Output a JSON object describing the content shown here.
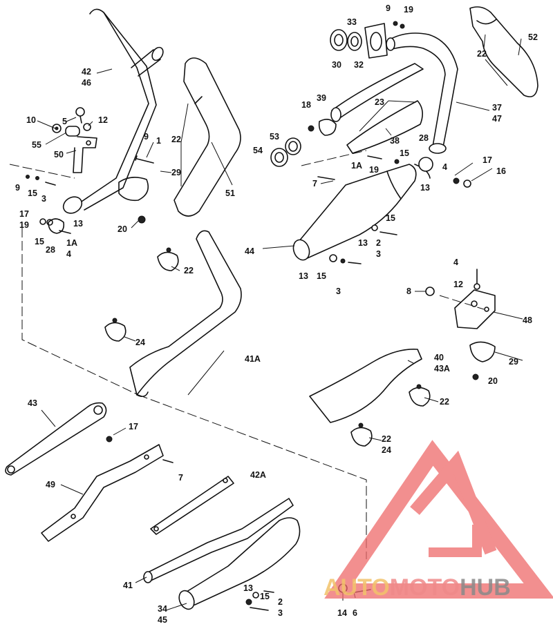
{
  "callouts": [
    {
      "id": "c42-1",
      "text": "42"
    },
    {
      "id": "c42-2",
      "text": "46"
    },
    {
      "id": "c10",
      "text": "10"
    },
    {
      "id": "c5",
      "text": "5"
    },
    {
      "id": "c12a",
      "text": "12"
    },
    {
      "id": "c55",
      "text": "55"
    },
    {
      "id": "c50",
      "text": "50"
    },
    {
      "id": "c9a",
      "text": "9"
    },
    {
      "id": "c1",
      "text": "1"
    },
    {
      "id": "c29a",
      "text": "29"
    },
    {
      "id": "c9b",
      "text": "9"
    },
    {
      "id": "c15a",
      "text": "15"
    },
    {
      "id": "c3a",
      "text": "3"
    },
    {
      "id": "c17a",
      "text": "17"
    },
    {
      "id": "c19a",
      "text": "19"
    },
    {
      "id": "c13a",
      "text": "13"
    },
    {
      "id": "c15b",
      "text": "15"
    },
    {
      "id": "c28a",
      "text": "28"
    },
    {
      "id": "c1Aa",
      "text": "1A"
    },
    {
      "id": "c4a",
      "text": "4"
    },
    {
      "id": "c20a",
      "text": "20"
    },
    {
      "id": "c22a",
      "text": "22"
    },
    {
      "id": "c51",
      "text": "51"
    },
    {
      "id": "c9c",
      "text": "9"
    },
    {
      "id": "c19b",
      "text": "19"
    },
    {
      "id": "c33",
      "text": "33"
    },
    {
      "id": "c30",
      "text": "30"
    },
    {
      "id": "c32",
      "text": "32"
    },
    {
      "id": "c52",
      "text": "52"
    },
    {
      "id": "c22b",
      "text": "22"
    },
    {
      "id": "c18",
      "text": "18"
    },
    {
      "id": "c39",
      "text": "39"
    },
    {
      "id": "c23",
      "text": "23"
    },
    {
      "id": "c37-1",
      "text": "37"
    },
    {
      "id": "c37-2",
      "text": "47"
    },
    {
      "id": "c53",
      "text": "53"
    },
    {
      "id": "c54",
      "text": "54"
    },
    {
      "id": "c38",
      "text": "38"
    },
    {
      "id": "c28b",
      "text": "28"
    },
    {
      "id": "c15c",
      "text": "15"
    },
    {
      "id": "c1Ab",
      "text": "1A"
    },
    {
      "id": "c19c",
      "text": "19"
    },
    {
      "id": "c4b",
      "text": "4"
    },
    {
      "id": "c17b",
      "text": "17"
    },
    {
      "id": "c16",
      "text": "16"
    },
    {
      "id": "c7a",
      "text": "7"
    },
    {
      "id": "c13b",
      "text": "13"
    },
    {
      "id": "c15d",
      "text": "15"
    },
    {
      "id": "c13c",
      "text": "13"
    },
    {
      "id": "c2a",
      "text": "2"
    },
    {
      "id": "c3b",
      "text": "3"
    },
    {
      "id": "c44",
      "text": "44"
    },
    {
      "id": "c13d",
      "text": "13"
    },
    {
      "id": "c15e",
      "text": "15"
    },
    {
      "id": "c3c",
      "text": "3"
    },
    {
      "id": "c22c",
      "text": "22"
    },
    {
      "id": "c24a",
      "text": "24"
    },
    {
      "id": "c4c",
      "text": "4"
    },
    {
      "id": "c12b",
      "text": "12"
    },
    {
      "id": "c8",
      "text": "8"
    },
    {
      "id": "c48",
      "text": "48"
    },
    {
      "id": "c29b",
      "text": "29"
    },
    {
      "id": "c20b",
      "text": "20"
    },
    {
      "id": "c41A",
      "text": "41A"
    },
    {
      "id": "c40-1",
      "text": "40"
    },
    {
      "id": "c40-2",
      "text": "43A"
    },
    {
      "id": "c22d",
      "text": "22"
    },
    {
      "id": "c22e",
      "text": "22"
    },
    {
      "id": "c24b",
      "text": "24"
    },
    {
      "id": "c43",
      "text": "43"
    },
    {
      "id": "c17c",
      "text": "17"
    },
    {
      "id": "c49",
      "text": "49"
    },
    {
      "id": "c7b",
      "text": "7"
    },
    {
      "id": "c42A",
      "text": "42A"
    },
    {
      "id": "c41",
      "text": "41"
    },
    {
      "id": "c34-1",
      "text": "34"
    },
    {
      "id": "c34-2",
      "text": "45"
    },
    {
      "id": "c13e",
      "text": "13"
    },
    {
      "id": "c15f",
      "text": "15"
    },
    {
      "id": "c2b",
      "text": "2"
    },
    {
      "id": "c3d",
      "text": "3"
    },
    {
      "id": "c14",
      "text": "14"
    },
    {
      "id": "c6",
      "text": "6"
    }
  ],
  "watermark": {
    "word_auto": "AUTO",
    "word_moto": "MOTO",
    "word_hub": "HUB",
    "colors": {
      "auto": "#f2c36b",
      "moto": "#ef8a8a",
      "hub": "#8a8a8a",
      "logo": "#ee6a6a"
    }
  }
}
